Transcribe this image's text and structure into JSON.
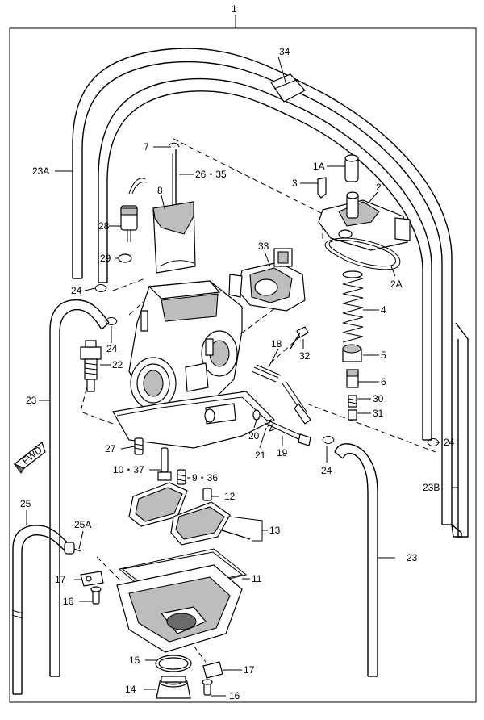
{
  "diagram": {
    "labels": {
      "l1": "1",
      "l34": "34",
      "l23A": "23A",
      "l7": "7",
      "l26_35": "26・35",
      "l1A": "1A",
      "l3": "3",
      "l2": "2",
      "l8": "8",
      "l28": "28",
      "l29": "29",
      "l33": "33",
      "l2A": "2A",
      "l24a": "24",
      "l4": "4",
      "l24b": "24",
      "l18": "18",
      "l32": "32",
      "l5": "5",
      "l22": "22",
      "l6": "6",
      "l23a": "23",
      "l30": "30",
      "l31": "31",
      "l20": "20",
      "l21": "21",
      "l19": "19",
      "l24c": "24",
      "l24d": "24",
      "l27": "27",
      "l10_37": "10・37",
      "l9_36": "9・36",
      "l12": "12",
      "l23B": "23B",
      "l25": "25",
      "l25A": "25A",
      "l13": "13",
      "l23b": "23",
      "l17a": "17",
      "l11": "11",
      "l16a": "16",
      "l15": "15",
      "l17b": "17",
      "l14": "14",
      "l16b": "16"
    },
    "fwd_text": "FWD"
  }
}
